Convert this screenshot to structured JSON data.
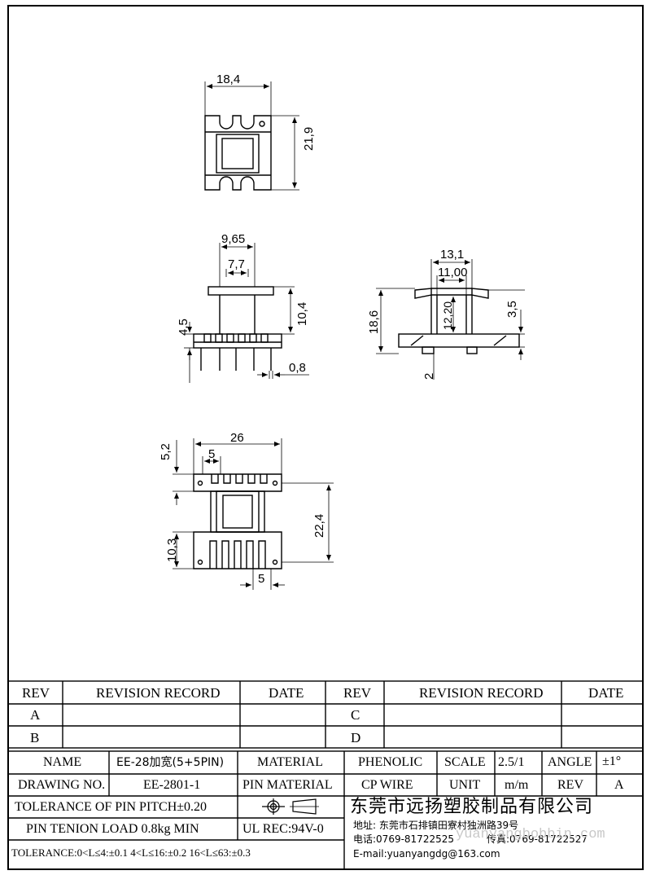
{
  "dimensions": {
    "top_width": "18,4",
    "top_height": "21,9",
    "front_width_outer": "9,65",
    "front_width_inner": "7,7",
    "front_upper_height": "10,4",
    "front_lower_height": "4,5",
    "front_pin_width": "0,8",
    "side_width_outer": "13,1",
    "side_width_inner": "11,00",
    "side_height_total": "18,6",
    "side_inner_height": "12,20",
    "side_flange_height": "3,5",
    "side_base": "2",
    "bottom_width": "26",
    "bottom_pitch_top": "5",
    "bottom_offset": "5,2",
    "bottom_height": "22,4",
    "bottom_lower_height": "10,3",
    "bottom_pitch_bottom": "5"
  },
  "revision_table": {
    "left": {
      "rev_header": "REV",
      "record_header": "REVISION RECORD",
      "date_header": "DATE",
      "rows": [
        "A",
        "B"
      ]
    },
    "right": {
      "rev_header": "REV",
      "record_header": "REVISION RECORD",
      "date_header": "DATE",
      "rows": [
        "C",
        "D"
      ]
    }
  },
  "title_block": {
    "name_label": "NAME",
    "name_value": "EE-28加宽(5+5PIN)",
    "material_label": "MATERIAL",
    "material_value": "PHENOLIC",
    "scale_label": "SCALE",
    "scale_value": "2.5/1",
    "angle_label": "ANGLE",
    "angle_value": "±1°",
    "drawing_no_label": "DRAWING NO.",
    "drawing_no_value": "EE-2801-1",
    "pin_material_label": "PIN MATERIAL",
    "pin_material_value": "CP WIRE",
    "unit_label": "UNIT",
    "unit_value": "m/m",
    "rev_label": "REV",
    "rev_value": "A",
    "tolerance_pin_pitch": "TOLERANCE OF PIN PITCH±0.20",
    "pin_tenion": "PIN TENION LOAD 0.8kg MIN",
    "ul_rec": "UL REC:94V-0",
    "tolerance_ranges": "TOLERANCE:0<L≤4:±0.1  4<L≤16:±0.2  16<L≤63:±0.3",
    "company_name": "东莞市远扬塑胶制品有限公司",
    "address": "地址: 东莞市石排镇田寮村独洲路39号",
    "phone": "电话:0769-81722525",
    "fax": "传真:0769-81722527",
    "email": "E-mail:yuanyangdg@163.com",
    "watermark": "yuanyangbobbin.com"
  }
}
